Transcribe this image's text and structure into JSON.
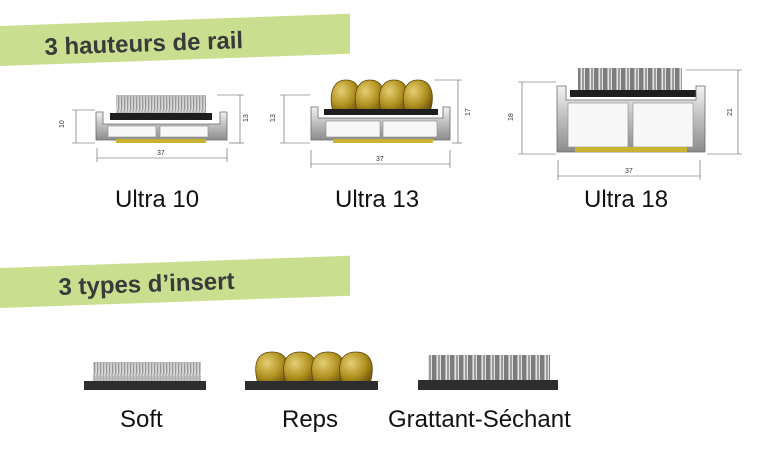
{
  "sections": {
    "rails": {
      "title": "3 hauteurs de rail"
    },
    "inserts": {
      "title": "3 types d’insert"
    }
  },
  "profiles": [
    {
      "caption": "Ultra 10",
      "height_label": "10",
      "total_label": "13",
      "width_label": "37",
      "insert": "soft"
    },
    {
      "caption": "Ultra 13",
      "height_label": "13",
      "total_label": "17",
      "width_label": "37",
      "insert": "reps"
    },
    {
      "caption": "Ultra 18",
      "height_label": "18",
      "total_label": "21",
      "width_label": "37",
      "insert": "grattant-sechant"
    }
  ],
  "insert_types": [
    {
      "caption": "Soft"
    },
    {
      "caption": "Reps"
    },
    {
      "caption": "Grattant-Séchant"
    }
  ],
  "colors": {
    "banner": "#c9de8e",
    "reps": "#a8861a",
    "rail": "#c7c7c7",
    "base": "#333333"
  }
}
